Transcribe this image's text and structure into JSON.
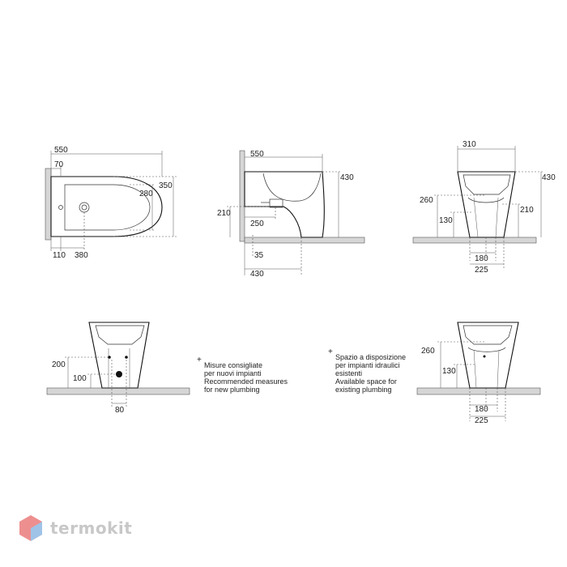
{
  "views": {
    "top": {
      "width": "550",
      "wall_gap": "70",
      "height_total": "350",
      "height_bowl": "280",
      "left_offset": "110",
      "hole_offset": "380"
    },
    "side": {
      "width": "550",
      "height": "430",
      "inlet_height": "210",
      "inlet_depth": "250",
      "outlet_offset": "35",
      "depth": "430"
    },
    "front": {
      "width": "310",
      "height": "430",
      "d260": "260",
      "d130": "130",
      "d210": "210",
      "d180": "180",
      "d225": "225"
    },
    "plumbing_new": {
      "d200": "200",
      "d100": "100",
      "d80": "80"
    },
    "plumbing_existing": {
      "d260": "260",
      "d130": "130",
      "d180": "180",
      "d225": "225"
    }
  },
  "notes": {
    "recommended": [
      "Misure consigliate",
      "per nuovi impianti",
      "Recommended measures",
      "for new plumbing"
    ],
    "available": [
      "Spazio a disposizione",
      "per impianti idraulici",
      "esistenti",
      "Available space for",
      "existing plumbing"
    ]
  },
  "watermark": {
    "text": "termokit",
    "colors": [
      "#e86a6a",
      "#7fb0e0",
      "#c8c8c8"
    ]
  }
}
